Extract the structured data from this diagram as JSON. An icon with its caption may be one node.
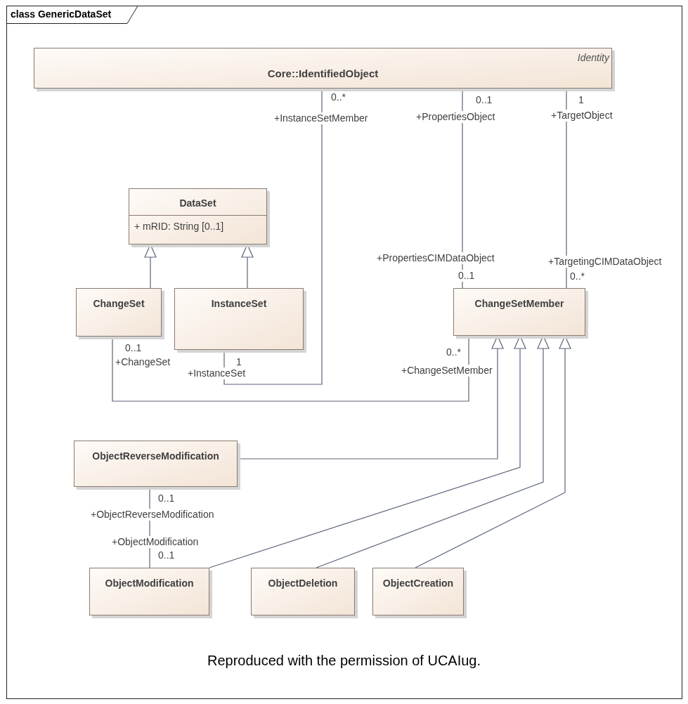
{
  "diagram": {
    "title": "class GenericDataSet",
    "caption": "Reproduced with the permission of UCAIug.",
    "nodes": [
      {
        "text": [
          "Identity",
          "Core::IdentifiedObject"
        ]
      },
      {
        "text": [
          "DataSet",
          "+ mRID: String [0..1]"
        ]
      },
      {
        "text": [
          "ChangeSet"
        ]
      },
      {
        "text": [
          "InstanceSet"
        ]
      },
      {
        "text": [
          "ChangeSetMember"
        ]
      },
      {
        "text": [
          "ObjectReverseModification"
        ]
      },
      {
        "text": [
          "ObjectModification"
        ]
      },
      {
        "text": [
          "ObjectDeletion"
        ]
      },
      {
        "text": [
          "ObjectCreation"
        ]
      }
    ],
    "edges": [
      {
        "from": 3,
        "to": 0,
        "arrow": "none"
      },
      {
        "from": 4,
        "to": 0,
        "arrow": "none"
      },
      {
        "from": 4,
        "to": 0,
        "arrow": "none"
      },
      {
        "from": 2,
        "to": 4,
        "arrow": "none"
      },
      {
        "from": 2,
        "to": 1,
        "arrow": "to"
      },
      {
        "from": 3,
        "to": 1,
        "arrow": "to"
      },
      {
        "from": 5,
        "to": 4,
        "arrow": "to"
      },
      {
        "from": 6,
        "to": 4,
        "arrow": "to"
      },
      {
        "from": 7,
        "to": 4,
        "arrow": "to"
      },
      {
        "from": 8,
        "to": 4,
        "arrow": "to"
      },
      {
        "from": 5,
        "to": 6,
        "arrow": "none"
      }
    ],
    "labels": [
      "0..*",
      "+InstanceSetMember",
      "0..1",
      "+PropertiesObject",
      "1",
      "+TargetObject",
      "+PropertiesCIMDataObject",
      "0..1",
      "+TargetingCIMDataObject",
      "0..*",
      "0..1",
      "+ChangeSet",
      "1",
      "+InstanceSet",
      "0..*",
      "+ChangeSetMember",
      "0..1",
      "+ObjectReverseModification",
      "+ObjectModification",
      "0..1"
    ]
  }
}
